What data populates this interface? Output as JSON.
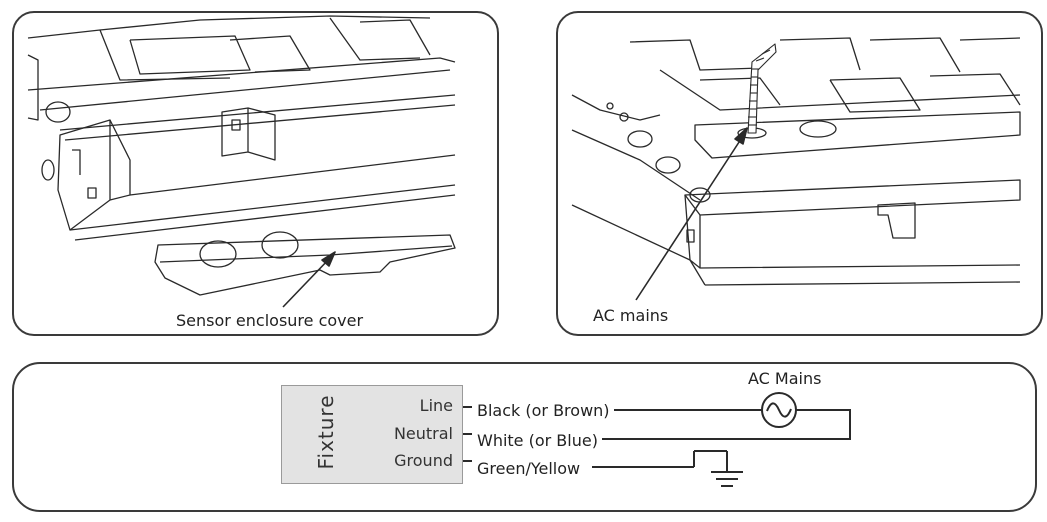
{
  "left_panel": {
    "callout": "Sensor enclosure cover"
  },
  "right_panel": {
    "callout": "AC mains"
  },
  "wiring": {
    "fixture_label": "Fixture",
    "terminals": [
      "Line",
      "Neutral",
      "Ground"
    ],
    "wires": [
      "Black (or Brown)",
      "White (or Blue)",
      "Green/Yellow"
    ],
    "source_label": "AC Mains"
  },
  "colors": {
    "line": "#2a2a2a",
    "fixture_fill": "#e3e3e3"
  },
  "icons": [
    "ac-source-icon",
    "ground-symbol-icon",
    "callout-arrow-icon"
  ]
}
